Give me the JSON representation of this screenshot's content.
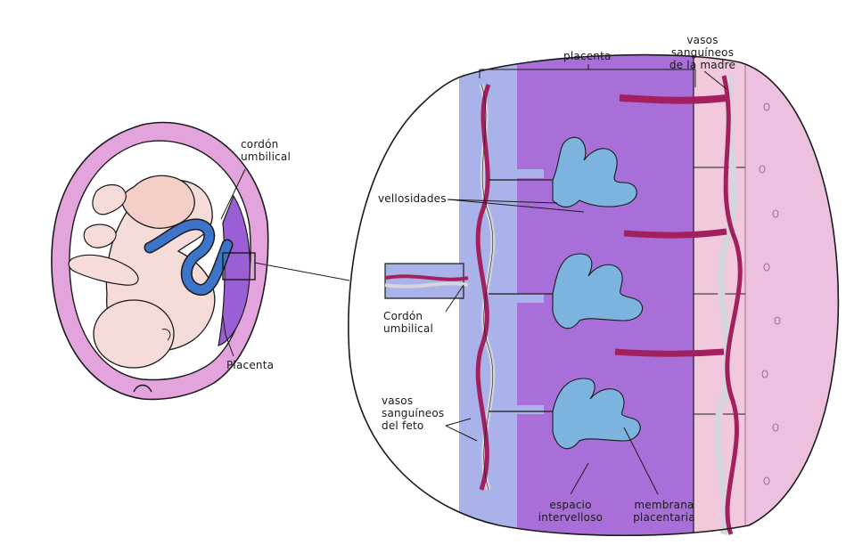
{
  "labels": {
    "cordon_left_1": "cordón",
    "cordon_left_2": "umbilical",
    "placenta_left": "Placenta",
    "placenta_top": "placenta",
    "vasos_madre_1": "vasos",
    "vasos_madre_2": "sanguíneos",
    "vasos_madre_3": "de la madre",
    "vellosidades": "vellosidades",
    "cordon_right_1": "Cordón",
    "cordon_right_2": "umbilical",
    "vasos_feto_1": "vasos",
    "vasos_feto_2": "sanguíneos",
    "vasos_feto_3": "del feto",
    "espacio_1": "espacio",
    "espacio_2": "intervelloso",
    "membrana_1": "membrana",
    "membrana_2": "placentaria"
  },
  "colors": {
    "uterus_wall": "#e3a3dc",
    "placenta": "#9a5fd4",
    "placenta_light": "#b98ae8",
    "cord": "#3d73c9",
    "fetus_skin": "#f6dcd8",
    "fetus_shade": "#e8b9b0",
    "vessel_red": "#a3205f",
    "vessel_grey": "#d5d5dd",
    "villi": "#7db4df",
    "mother_tissue": "#f2c9dc",
    "outline": "#1a1a1a"
  }
}
